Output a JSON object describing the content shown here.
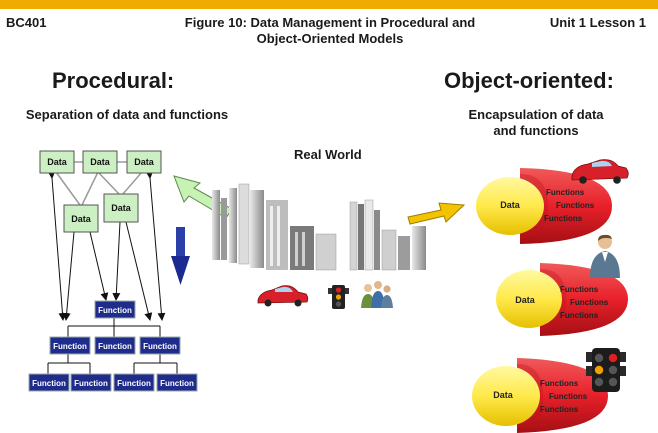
{
  "header": {
    "course": "BC401",
    "figure_title_line1": "Figure 10: Data Management in Procedural and",
    "figure_title_line2": "Object-Oriented Models",
    "unit": "Unit 1 Lesson 1"
  },
  "colors": {
    "accent_bar": "#f0ab00",
    "data_box": "#ccf0c4",
    "function_box": "#1f2c8c",
    "capsule_data": "#ffe94a",
    "capsule_functions": "#e8202a"
  },
  "procedural": {
    "title": "Procedural:",
    "subtitle": "Separation of data and functions",
    "data_label": "Data",
    "function_label": "Function"
  },
  "real_world": {
    "label": "Real World"
  },
  "object_oriented": {
    "title": "Object-oriented:",
    "subtitle_line1": "Encapsulation of data",
    "subtitle_line2": "and functions",
    "data_label": "Data",
    "functions_label": "Functions"
  }
}
